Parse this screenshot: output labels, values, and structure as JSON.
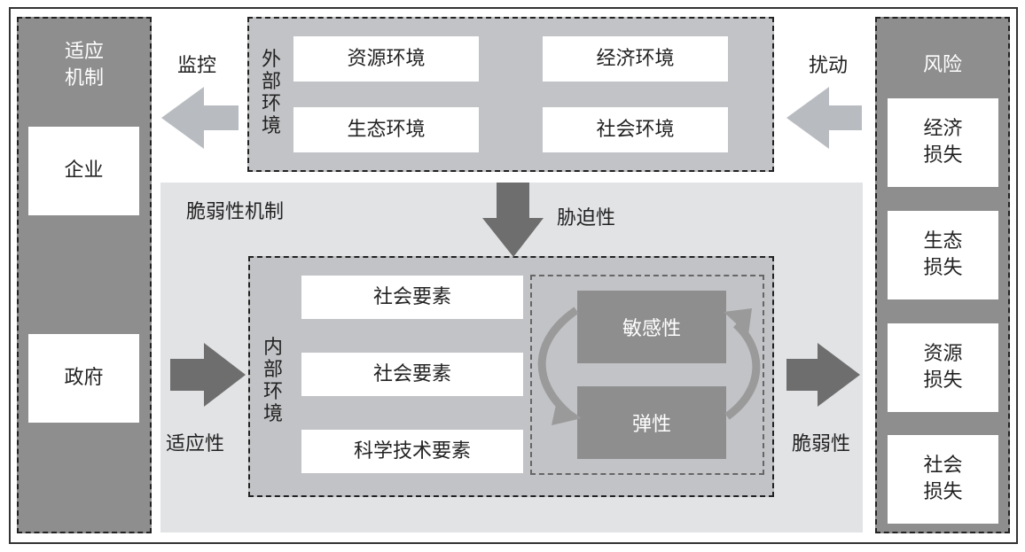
{
  "adaptation": {
    "title_line1": "适应",
    "title_line2": "机制",
    "items": [
      "企业",
      "政府"
    ]
  },
  "risk": {
    "title": "风险",
    "items": [
      {
        "line1": "经济",
        "line2": "损失"
      },
      {
        "line1": "生态",
        "line2": "损失"
      },
      {
        "line1": "资源",
        "line2": "损失"
      },
      {
        "line1": "社会",
        "line2": "损失"
      }
    ]
  },
  "external": {
    "label_chars": [
      "外",
      "部",
      "环",
      "境"
    ],
    "items": [
      "资源环境",
      "经济环境",
      "生态环境",
      "社会环境"
    ]
  },
  "vulnerability": {
    "title": "脆弱性机制"
  },
  "internal": {
    "label_chars": [
      "内",
      "部",
      "环",
      "境"
    ],
    "items": [
      "社会要素",
      "社会要素",
      "科学技术要素"
    ],
    "sensitivity": "敏感性",
    "resilience": "弹性"
  },
  "arrows": {
    "monitor": "监控",
    "disturb": "扰动",
    "stress": "胁迫性",
    "adaptive": "适应性",
    "vulnerable": "脆弱性"
  }
}
